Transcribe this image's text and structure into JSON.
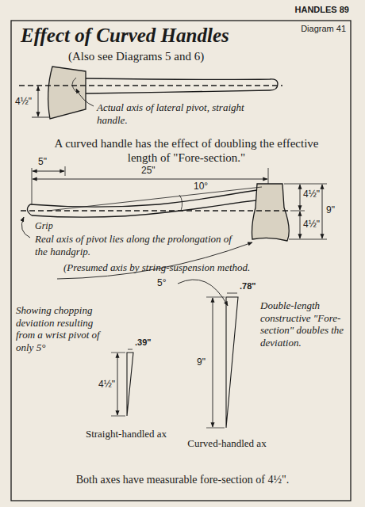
{
  "diagram": {
    "title": "Effect of Curved Handles",
    "labels": [
      "HANDLES 89",
      "Diagram 41",
      "(Also see Diagrams 5 and 6)",
      "4½\"",
      "Actual axis of lateral pivot, straight handle.",
      "A curved handle has the effect of doubling the effective length of \"Fore-section.\"",
      "5\"",
      "25\"",
      "10°",
      "4½\"",
      "9\"",
      "4½\"",
      "Grip",
      "Real axis of pivot lies along the prolongation of the handgrip.",
      "(Presumed axis by string-suspension method.",
      "Showing chopping deviation resulting from a wrist pivot of only 5°",
      "5°",
      ".78\"",
      "9\"",
      "Double-length constructive \"Fore-section\" doubles the deviation.",
      ".39\"",
      "4½\"",
      "Straight-handled ax",
      "Curved-handled ax",
      "Both axes have measurable fore-section of 4½\"."
    ]
  }
}
